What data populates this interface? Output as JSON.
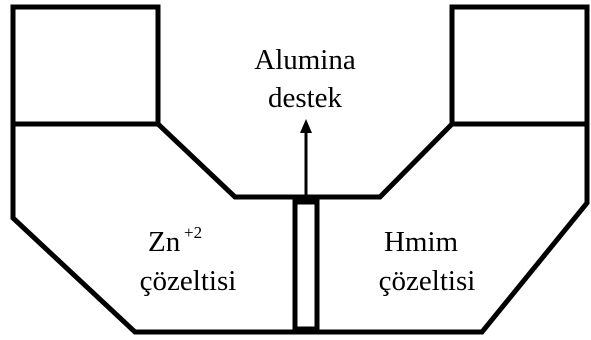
{
  "labels": {
    "support_line1": "Alumina",
    "support_line2": "destek",
    "left_ion": "Zn",
    "left_charge": "+2",
    "left_word": "çözeltisi",
    "right_line1": "Hmim",
    "right_line2": "çözeltisi"
  },
  "colors": {
    "stroke": "#000000",
    "background": "#ffffff"
  }
}
